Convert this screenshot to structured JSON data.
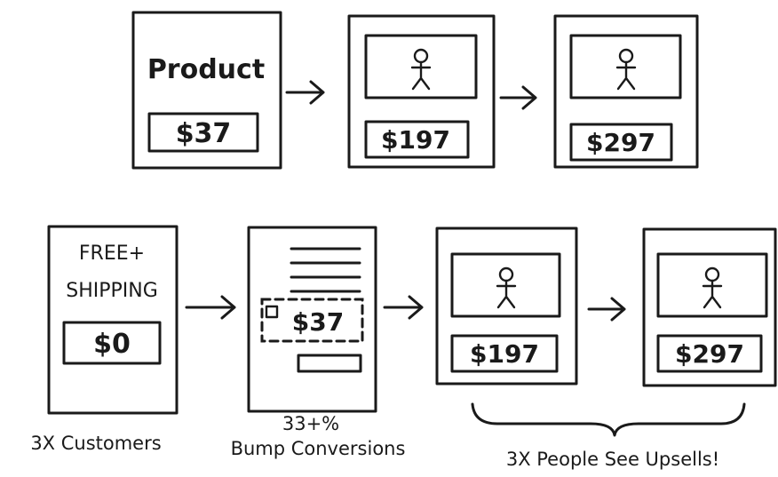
{
  "top_row": {
    "product_title": "Product",
    "product_price": "$37",
    "upsell_1_price": "$197",
    "upsell_2_price": "$297"
  },
  "bottom_row": {
    "offer_title_line1": "FREE+",
    "offer_title_line2": "SHIPPING",
    "offer_price": "$0",
    "bump_price": "$37",
    "upsell_1_price": "$197",
    "upsell_2_price": "$297"
  },
  "captions": {
    "customers": "3X Customers",
    "bump_pct": "33+%",
    "bump_label": "Bump Conversions",
    "upsells": "3X People See Upsells!"
  }
}
